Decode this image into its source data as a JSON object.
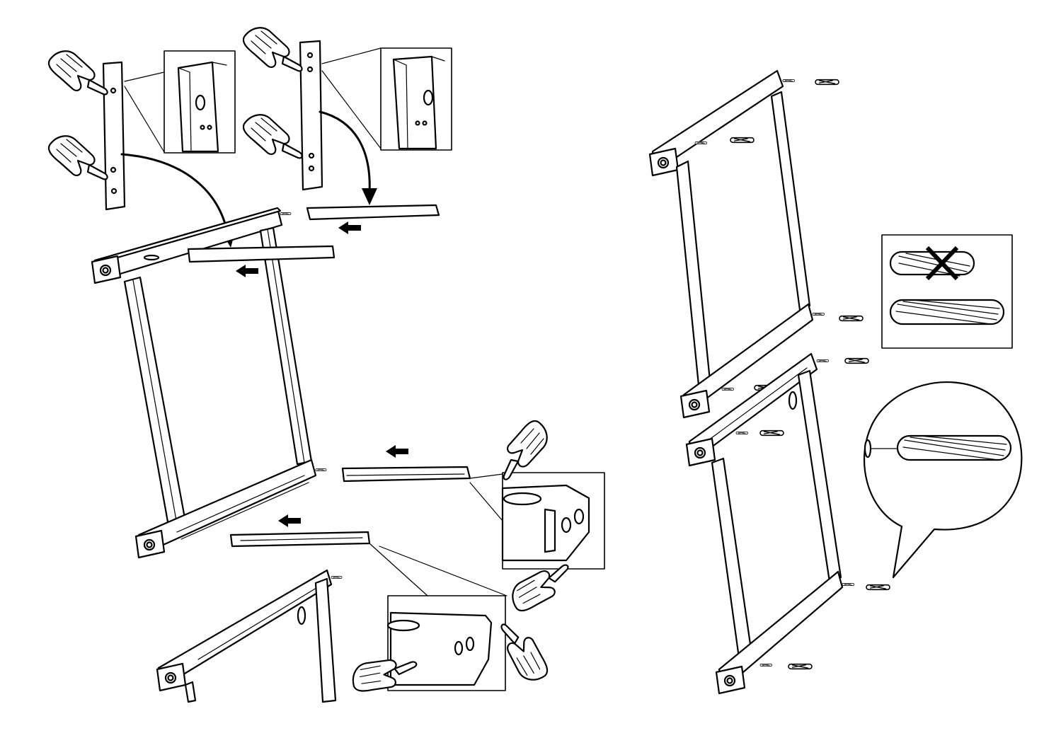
{
  "figure": {
    "kind": "assembly instruction illustration",
    "text_labels": [],
    "colors": {
      "ink": "#000000",
      "paper": "#ffffff"
    }
  },
  "left_panel": {
    "description_icons": [
      "pointing-hand-icon",
      "arrow-icon",
      "detail-callout"
    ]
  },
  "right_panel": {
    "description_icons": [
      "dowel-wrong-icon",
      "dowel-correct-icon",
      "magnify-callout"
    ]
  }
}
